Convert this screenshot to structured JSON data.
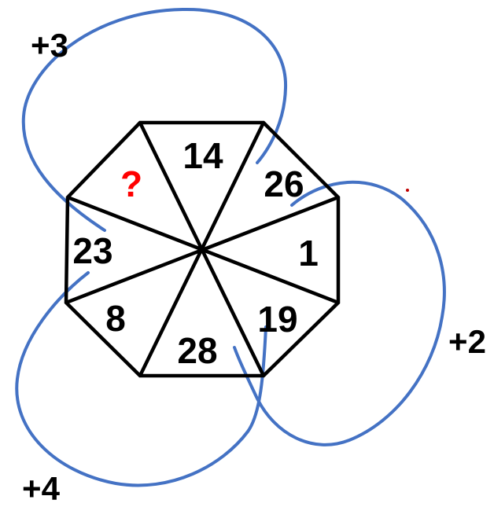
{
  "puzzle": {
    "title": "octagon-number-sequence-puzzle",
    "sectors": [
      {
        "position": "top",
        "value": "14"
      },
      {
        "position": "top-right",
        "value": "26"
      },
      {
        "position": "right",
        "value": "1"
      },
      {
        "position": "bottom-right",
        "value": "19"
      },
      {
        "position": "bottom",
        "value": "28"
      },
      {
        "position": "bottom-left",
        "value": "8"
      },
      {
        "position": "left",
        "value": "23"
      },
      {
        "position": "top-left",
        "value": "?"
      }
    ],
    "connectors": [
      {
        "label": "+3",
        "from": "23",
        "to": "26"
      },
      {
        "label": "+2",
        "from": "26",
        "to": "28"
      },
      {
        "label": "+4",
        "from": "19",
        "to": "23"
      }
    ],
    "colors": {
      "line": "#000000",
      "connector": "#4472C4",
      "unknown": "#FF0000",
      "stray_dot": "#C00000"
    }
  }
}
